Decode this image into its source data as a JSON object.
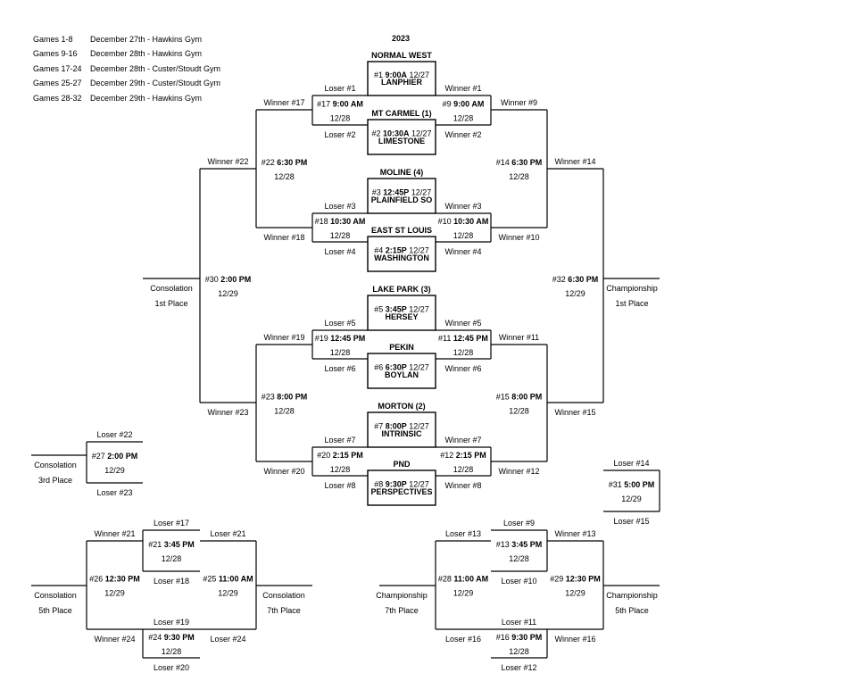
{
  "title": "2023",
  "schedule": [
    {
      "games": "Games 1-8",
      "info": "December 27th - Hawkins Gym"
    },
    {
      "games": "Games 9-16",
      "info": "December 28th - Hawkins Gym"
    },
    {
      "games": "Games 17-24",
      "info": "December 28th - Custer/Stoudt Gym"
    },
    {
      "games": "Games 25-27",
      "info": "December 29th - Custer/Stoudt Gym"
    },
    {
      "games": "Games 28-32",
      "info": "December 29th - Hawkins Gym"
    }
  ],
  "first_round": [
    {
      "num": "#1",
      "time": "9:00A",
      "date": "12/27",
      "top": "NORMAL WEST",
      "bottom": "LANPHIER"
    },
    {
      "num": "#2",
      "time": "10:30A",
      "date": "12/27",
      "top": "MT CARMEL (1)",
      "bottom": "LIMESTONE"
    },
    {
      "num": "#3",
      "time": "12:45P",
      "date": "12/27",
      "top": "MOLINE (4)",
      "bottom": "PLAINFIELD SO"
    },
    {
      "num": "#4",
      "time": "2:15P",
      "date": "12/27",
      "top": "EAST ST LOUIS",
      "bottom": "WASHINGTON"
    },
    {
      "num": "#5",
      "time": "3:45P",
      "date": "12/27",
      "top": "LAKE PARK (3)",
      "bottom": "HERSEY"
    },
    {
      "num": "#6",
      "time": "6:30P",
      "date": "12/27",
      "top": "PEKIN",
      "bottom": "BOYLAN"
    },
    {
      "num": "#7",
      "time": "8:00P",
      "date": "12/27",
      "top": "MORTON (2)",
      "bottom": "INTRINSIC"
    },
    {
      "num": "#8",
      "time": "9:30P",
      "date": "12/27",
      "top": "PND",
      "bottom": "PERSPECTIVES"
    }
  ],
  "games": [
    {
      "num": "#17",
      "time": "9:00 AM",
      "date": "12/28",
      "top": "Loser #1",
      "bottom": "Loser #2"
    },
    {
      "num": "#18",
      "time": "10:30 AM",
      "date": "12/28",
      "top": "Loser #3",
      "bottom": "Loser #4"
    },
    {
      "num": "#19",
      "time": "12:45 PM",
      "date": "12/28",
      "top": "Loser #5",
      "bottom": "Loser #6"
    },
    {
      "num": "#20",
      "time": "2:15 PM",
      "date": "12/28",
      "top": "Loser #7",
      "bottom": "Loser #8"
    },
    {
      "num": "#9",
      "time": "9:00 AM",
      "date": "12/28",
      "top": "Winner #1",
      "bottom": "Winner #2"
    },
    {
      "num": "#10",
      "time": "10:30 AM",
      "date": "12/28",
      "top": "Winner #3",
      "bottom": "Winner #4"
    },
    {
      "num": "#11",
      "time": "12:45 PM",
      "date": "12/28",
      "top": "Winner #5",
      "bottom": "Winner #6"
    },
    {
      "num": "#12",
      "time": "2:15 PM",
      "date": "12/28",
      "top": "Winner #7",
      "bottom": "Winner #8"
    },
    {
      "num": "#22",
      "time": "6:30 PM",
      "date": "12/28",
      "top": "Winner #17",
      "bottom": "Winner #18"
    },
    {
      "num": "#23",
      "time": "8:00 PM",
      "date": "12/28",
      "top": "Winner #19",
      "bottom": "Winner #20"
    },
    {
      "num": "#14",
      "time": "6:30 PM",
      "date": "12/28",
      "top": "Winner #9",
      "bottom": "Winner #10"
    },
    {
      "num": "#15",
      "time": "8:00 PM",
      "date": "12/28",
      "top": "Winner #11",
      "bottom": "Winner #12"
    },
    {
      "num": "#30",
      "time": "2:00 PM",
      "date": "12/29",
      "top": "Winner #22",
      "bottom": "Winner #23"
    },
    {
      "num": "#32",
      "time": "6:30 PM",
      "date": "12/29",
      "top": "Winner #14",
      "bottom": "Winner #15"
    },
    {
      "num": "#27",
      "time": "2:00 PM",
      "date": "12/29",
      "top": "Loser #22",
      "bottom": "Loser #23"
    },
    {
      "num": "#31",
      "time": "5:00 PM",
      "date": "12/29",
      "top": "Loser #14",
      "bottom": "Loser #15"
    },
    {
      "num": "#21",
      "time": "3:45 PM",
      "date": "12/28",
      "top": "Loser #17",
      "bottom": "Loser #18"
    },
    {
      "num": "#24",
      "time": "9:30 PM",
      "date": "12/28",
      "top": "Loser #19",
      "bottom": "Loser #20"
    },
    {
      "num": "#26",
      "time": "12:30 PM",
      "date": "12/29",
      "top": "Winner #21",
      "bottom": "Winner #24"
    },
    {
      "num": "#25",
      "time": "11:00 AM",
      "date": "12/29",
      "top": "Loser #21",
      "bottom": "Loser #24"
    },
    {
      "num": "#13",
      "time": "3:45 PM",
      "date": "12/28",
      "top": "Loser #9",
      "bottom": "Loser #10"
    },
    {
      "num": "#16",
      "time": "9:30 PM",
      "date": "12/28",
      "top": "Loser #11",
      "bottom": "Loser #12"
    },
    {
      "num": "#28",
      "time": "11:00 AM",
      "date": "12/29",
      "top": "Loser #13",
      "bottom": "Loser #16"
    },
    {
      "num": "#29",
      "time": "12:30 PM",
      "date": "12/29",
      "top": "Winner #13",
      "bottom": "Winner #16"
    }
  ],
  "placements": [
    {
      "line1": "Consolation",
      "line2": "1st Place"
    },
    {
      "line1": "Championship",
      "line2": "1st Place"
    },
    {
      "line1": "Consolation",
      "line2": "3rd Place"
    },
    {
      "line1": "Consolation",
      "line2": "5th Place"
    },
    {
      "line1": "Consolation",
      "line2": "7th Place"
    },
    {
      "line1": "Championship",
      "line2": "7th Place"
    },
    {
      "line1": "Championship",
      "line2": "5th Place"
    }
  ]
}
